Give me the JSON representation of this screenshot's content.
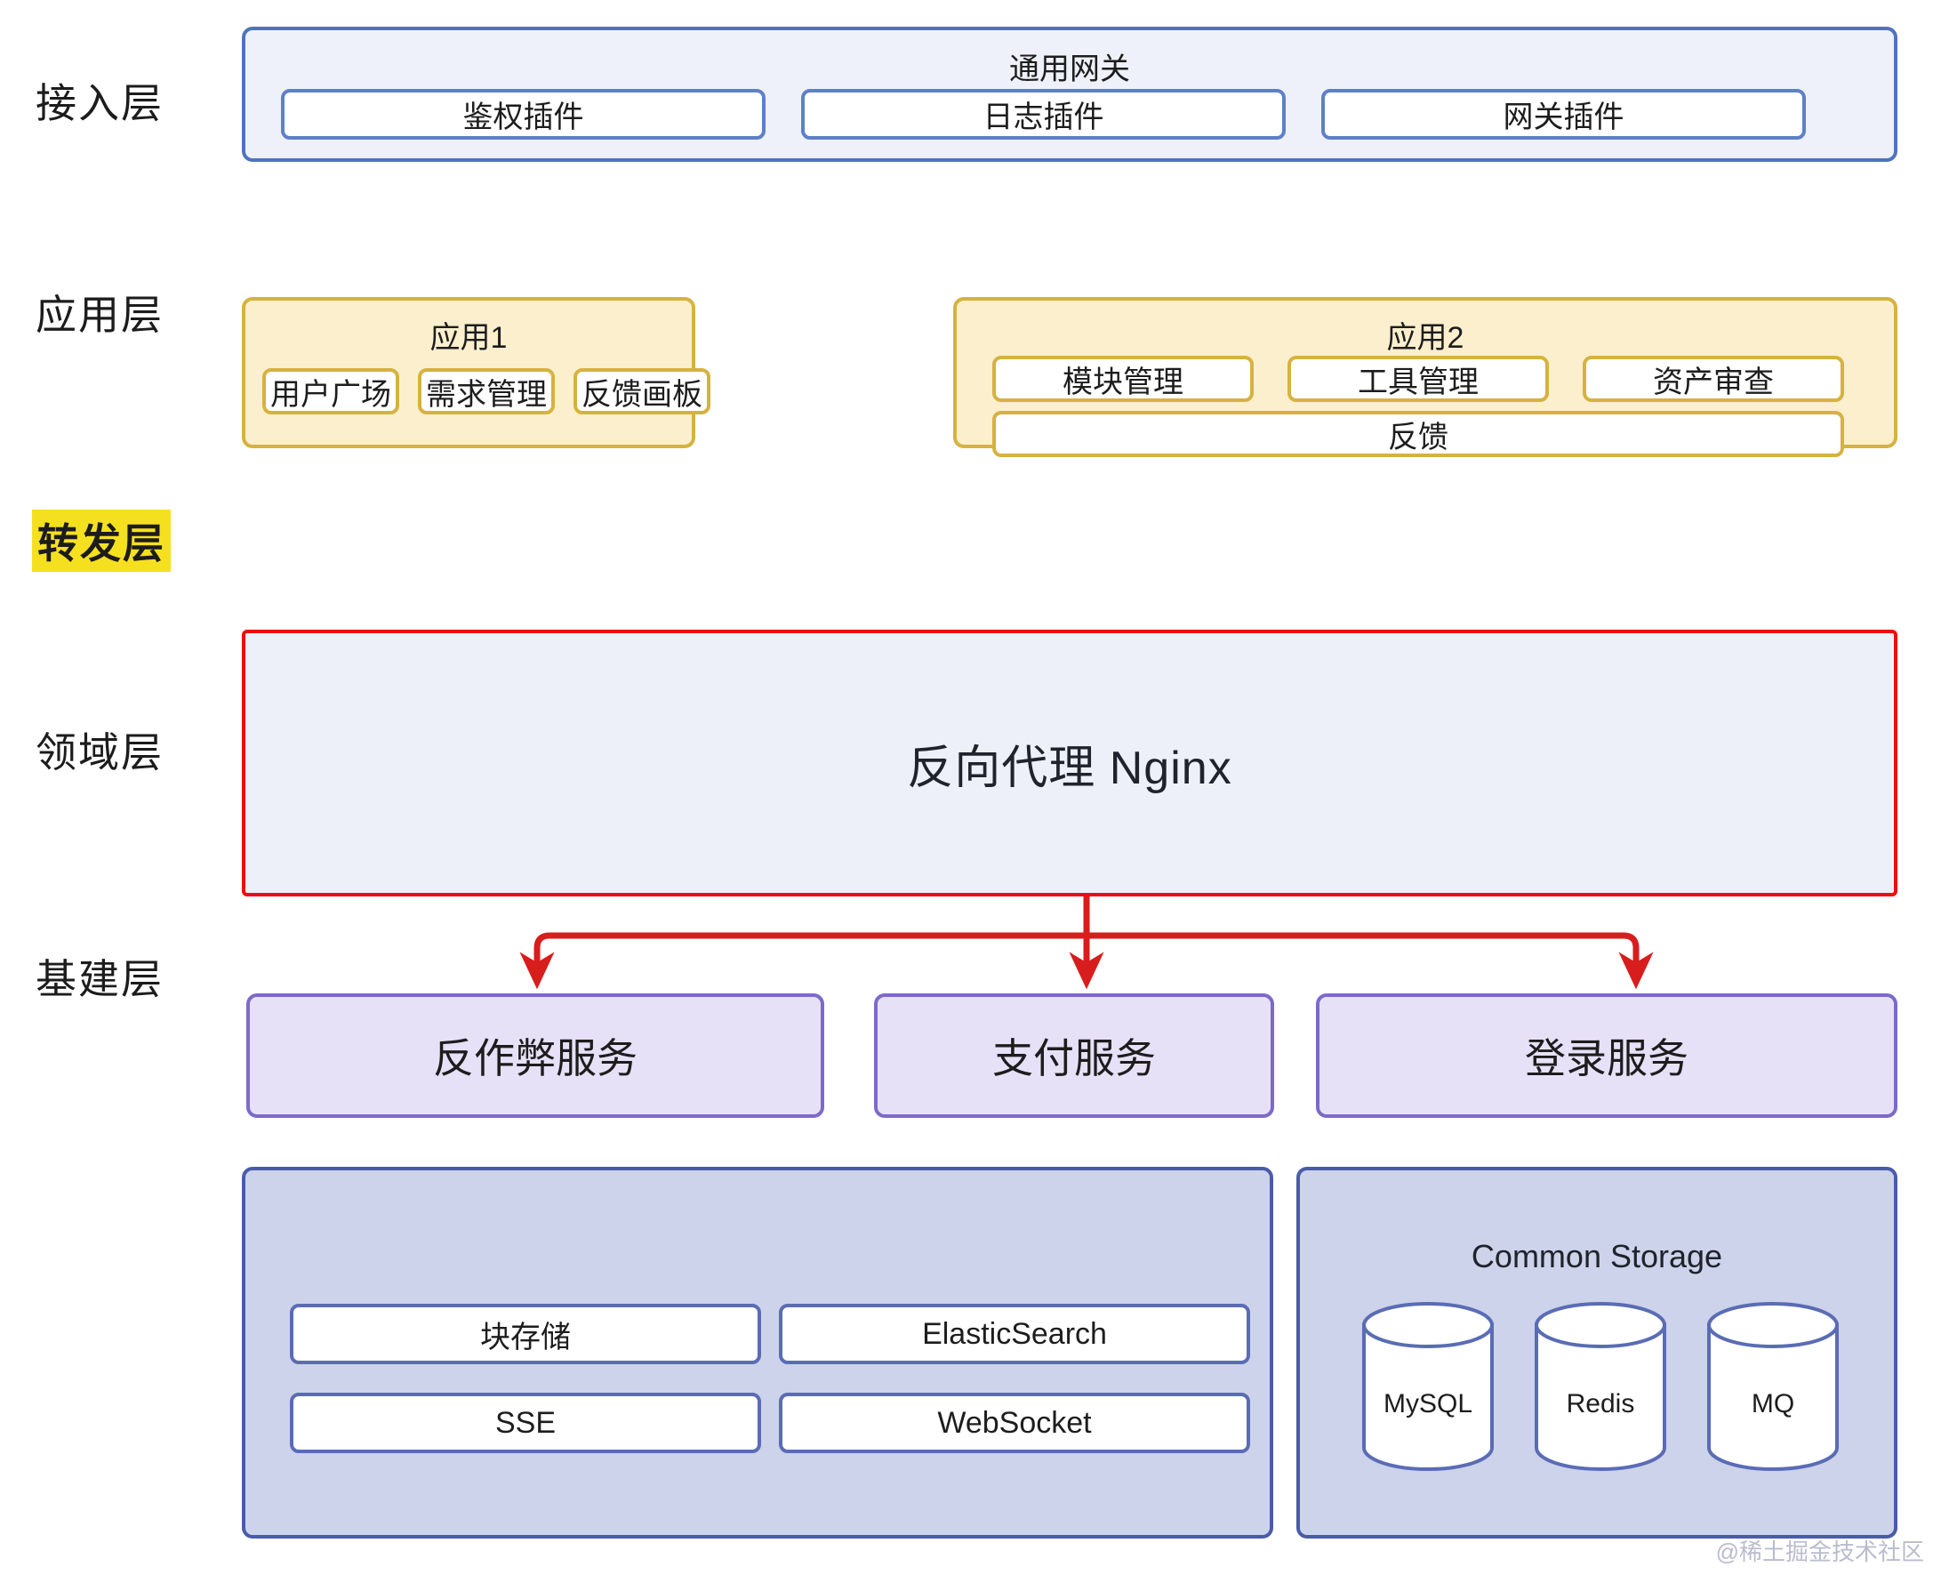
{
  "layers": [
    {
      "name": "access",
      "label": "接入层",
      "highlighted": false
    },
    {
      "name": "application",
      "label": "应用层",
      "highlighted": false
    },
    {
      "name": "forward",
      "label": "转发层",
      "highlighted": true
    },
    {
      "name": "domain",
      "label": "领域层",
      "highlighted": false
    },
    {
      "name": "infra",
      "label": "基建层",
      "highlighted": false
    }
  ],
  "access": {
    "gateway_title": "通用网关",
    "plugins": [
      {
        "label": "鉴权插件"
      },
      {
        "label": "日志插件"
      },
      {
        "label": "网关插件"
      }
    ]
  },
  "application": {
    "app1": {
      "title": "应用1",
      "modules": [
        {
          "label": "用户广场"
        },
        {
          "label": "需求管理"
        },
        {
          "label": "反馈画板"
        }
      ]
    },
    "app2": {
      "title": "应用2",
      "modules": [
        {
          "label": "模块管理"
        },
        {
          "label": "工具管理"
        },
        {
          "label": "资产审查"
        }
      ],
      "wide_module": {
        "label": "反馈"
      }
    }
  },
  "forward": {
    "proxy_label": "反向代理 Nginx",
    "border_color": "#ef0c0c",
    "fill_color": "#edf0f8",
    "arrow_color": "#d81d1d"
  },
  "domain": {
    "services": [
      {
        "label": "反作弊服务"
      },
      {
        "label": "支付服务"
      },
      {
        "label": "登录服务"
      }
    ],
    "border_color": "#7d6ac8",
    "fill_color": "#e7e1f8"
  },
  "infra": {
    "components": [
      {
        "label": "块存储"
      },
      {
        "label": "ElasticSearch"
      },
      {
        "label": "SSE"
      },
      {
        "label": "WebSocket"
      }
    ],
    "storage": {
      "title": "Common Storage",
      "databases": [
        {
          "label": "MySQL"
        },
        {
          "label": "Redis"
        },
        {
          "label": "MQ"
        }
      ]
    },
    "border_color": "#4a5bab",
    "fill_color": "#ccd3ea"
  },
  "watermark": {
    "text": "@稀土掘金技术社区"
  }
}
